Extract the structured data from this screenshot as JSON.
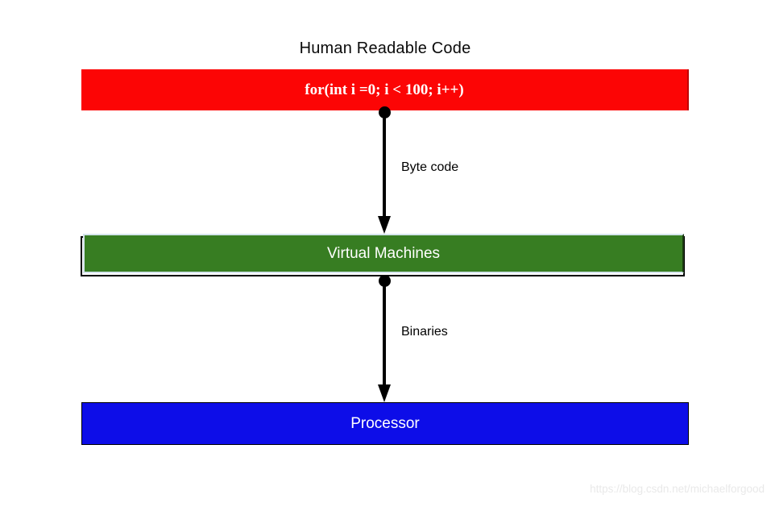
{
  "title": "Human Readable Code",
  "boxes": [
    {
      "id": "human-readable-code",
      "label": "for(int i =0; i < 100; i++)",
      "color": "#fc0505",
      "text_color": "#ffffff"
    },
    {
      "id": "virtual-machines",
      "label": "Virtual Machines",
      "color": "#377d22",
      "text_color": "#ffffff"
    },
    {
      "id": "processor",
      "label": "Processor",
      "color": "#0d0de8",
      "text_color": "#ffffff"
    }
  ],
  "arrows": [
    {
      "from": "human-readable-code",
      "to": "virtual-machines",
      "label": "Byte code"
    },
    {
      "from": "virtual-machines",
      "to": "processor",
      "label": "Binaries"
    }
  ],
  "watermark": "https://blog.csdn.net/michaelforgood"
}
